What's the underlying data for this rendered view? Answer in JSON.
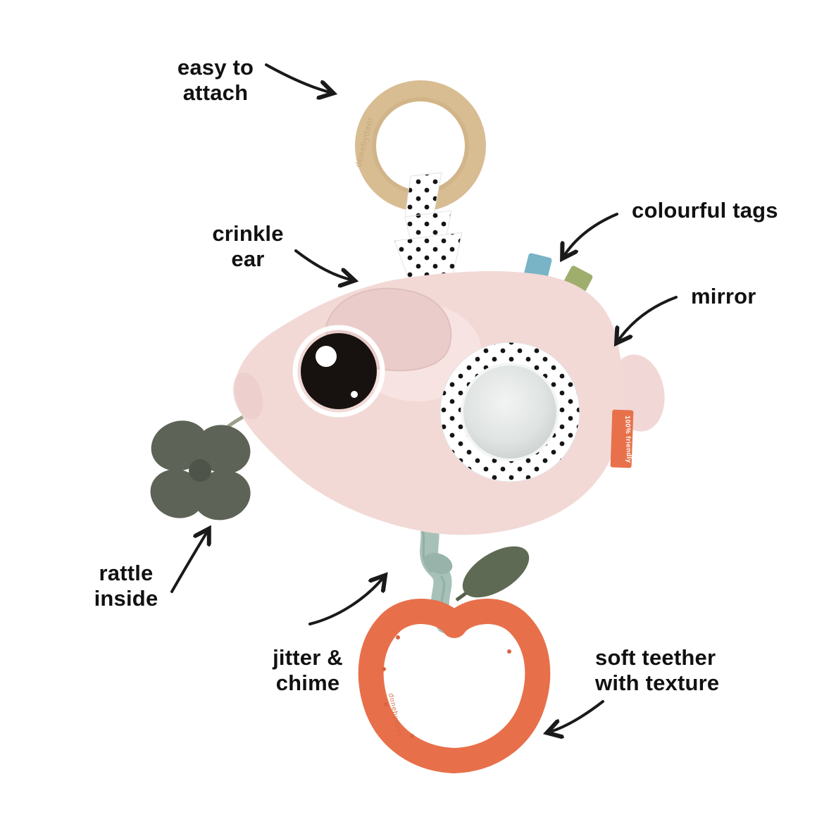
{
  "colors": {
    "background": "#ffffff",
    "ring_tan": "#d8bd93",
    "ring_tan_dark": "#c9ab7f",
    "pig_pink": "#f2d9d6",
    "ear_pink": "#eaccca",
    "eye_black": "#17120f",
    "tag_blue": "#79b3c6",
    "tag_green": "#9fae6c",
    "tag_orange": "#e8714b",
    "clover_green": "#5d6357",
    "strap_sage": "#a7c1b8",
    "leaf_green": "#5f6a54",
    "apple_orange": "#e7704b",
    "arrow_black": "#1a1a1a",
    "label_text": "#111111"
  },
  "annotations": {
    "easy_to_attach": {
      "text": "easy to\nattach"
    },
    "colourful_tags": {
      "text": "colourful tags"
    },
    "crinkle_ear": {
      "text": "crinkle\near"
    },
    "mirror": {
      "text": "mirror"
    },
    "rattle_inside": {
      "text": "rattle\ninside"
    },
    "jitter_chime": {
      "text": "jitter &\nchime"
    },
    "soft_teether": {
      "text": "soft teether\nwith texture"
    }
  },
  "product": {
    "side_tag_text": "100% friendly",
    "ring_embossed_text": "donebydeer",
    "apple_embossed_text": "donebydeer"
  }
}
